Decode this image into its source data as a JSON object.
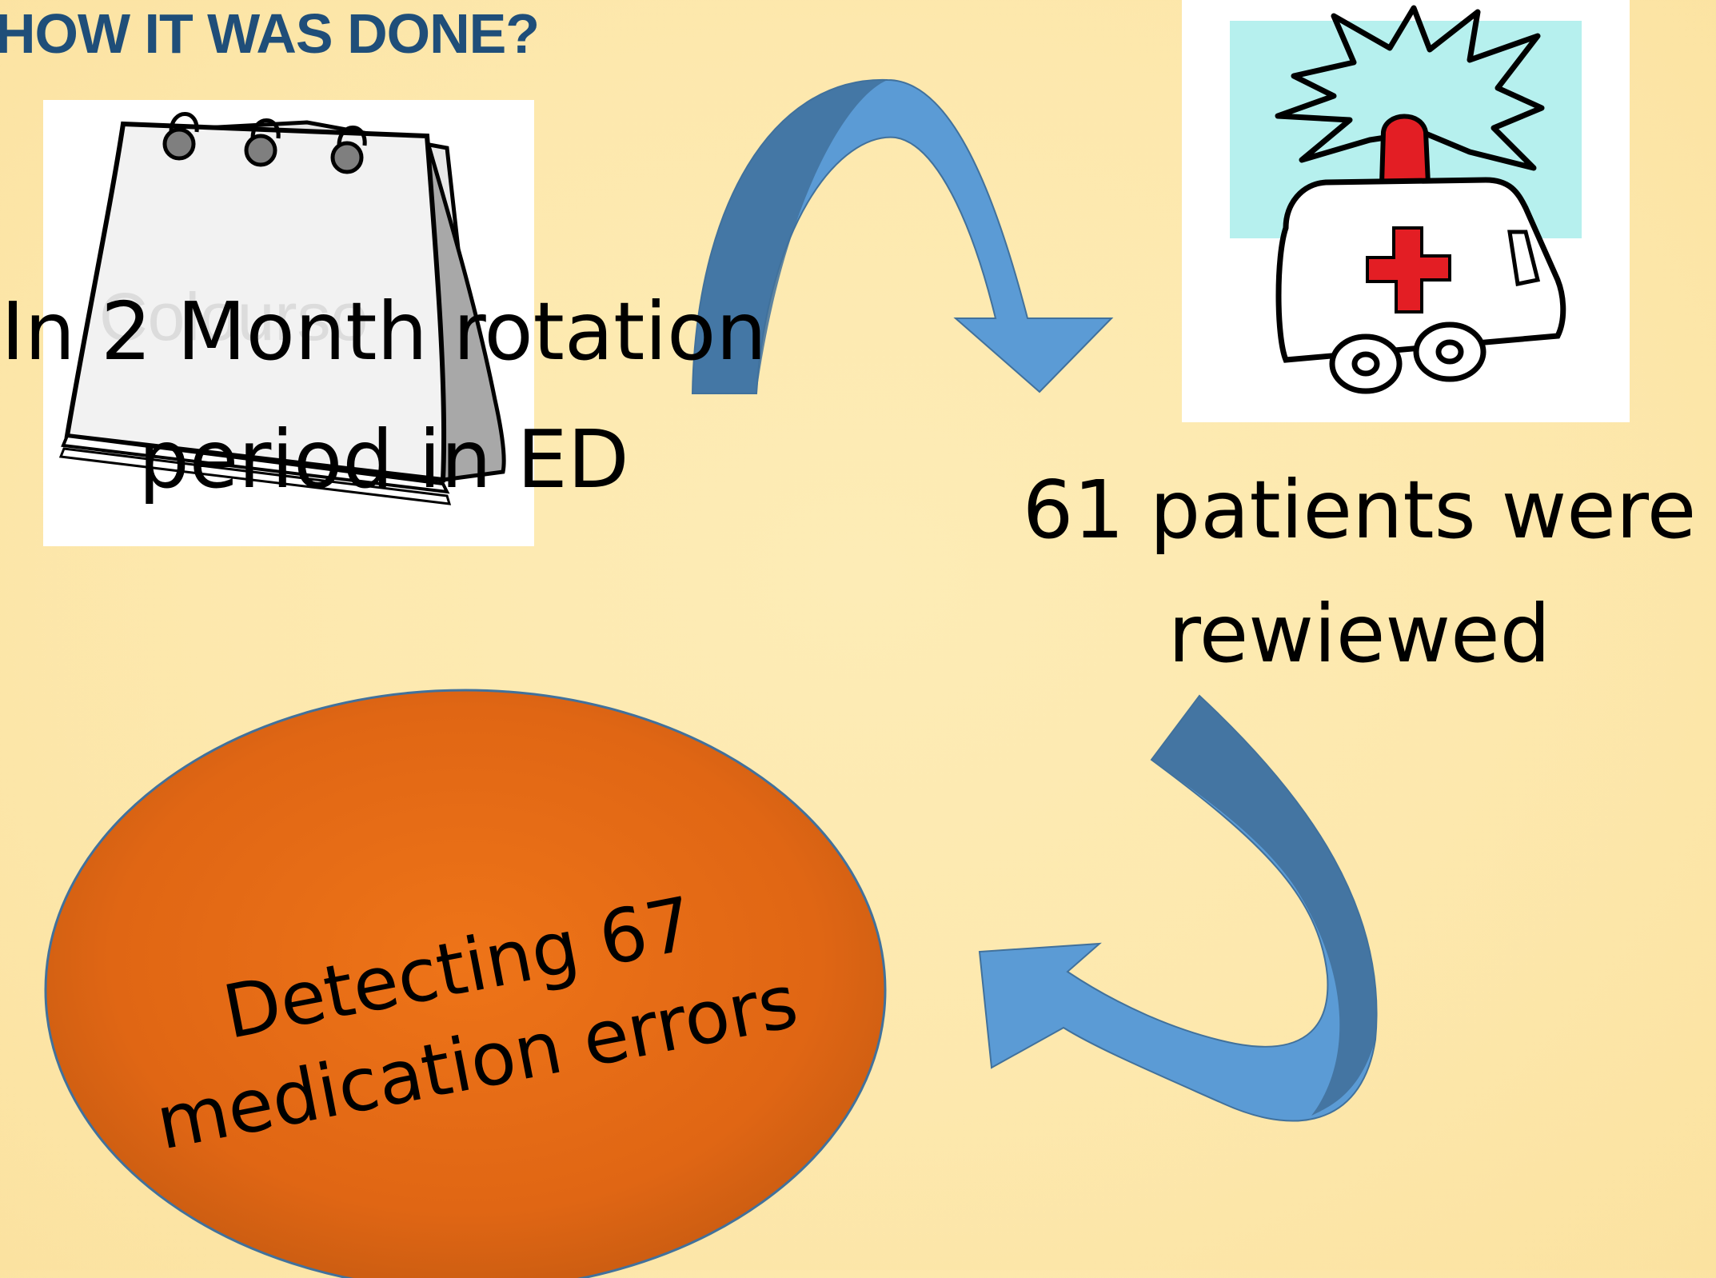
{
  "title": {
    "text": "HOW IT WAS DONE?",
    "color": "#1f4e79"
  },
  "stages": {
    "month": {
      "text": "In 2 Month rotation period in ED"
    },
    "patients": {
      "text": "61 patients were rewiewed"
    },
    "errors": {
      "text": "Detecting 67 medication errors"
    }
  },
  "calendar": {
    "watermark": "Colourso",
    "icon": "desk-calendar-icon"
  },
  "ambulance": {
    "icon": "ambulance-icon"
  },
  "colors": {
    "background": "#fde9b0",
    "arrow_light": "#5b9bd5",
    "arrow_dark": "#41719c",
    "oval_center": "#ee7418",
    "oval_edge": "#c55a11",
    "ambulance_sky": "#b6f0ee",
    "ambulance_siren": "#e31e24"
  }
}
